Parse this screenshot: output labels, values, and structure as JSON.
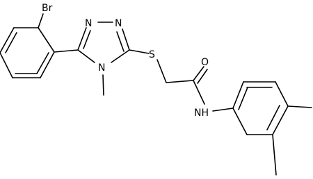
{
  "structure": {
    "atom_labels": {
      "br": "Br",
      "n_top_left": "N",
      "n_top_right": "N",
      "n_ring": "N",
      "s": "S",
      "o": "O",
      "nh": "NH"
    }
  }
}
